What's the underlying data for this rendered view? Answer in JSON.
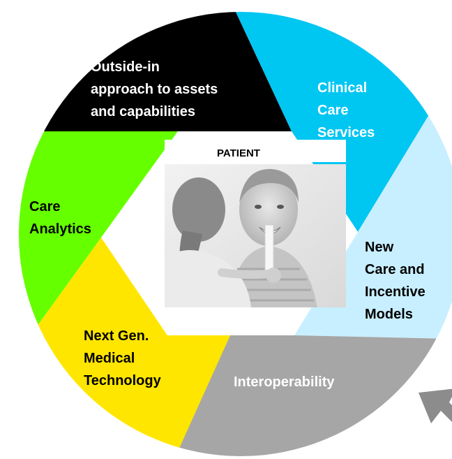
{
  "center": {
    "label": "PATIENT",
    "image": "doctor-examining-child-photo"
  },
  "segments": [
    {
      "id": "outside-in",
      "lines": [
        "Outside-in",
        "approach to assets",
        "and capabilities"
      ],
      "fill": "#000000",
      "text_color": "#ffffff"
    },
    {
      "id": "clinical-care",
      "lines": [
        "Clinical",
        "Care",
        "Services"
      ],
      "fill": "#00c6f2",
      "text_color": "#ffffff"
    },
    {
      "id": "new-care",
      "lines": [
        "New",
        "Care and",
        "Incentive",
        "Models"
      ],
      "fill": "#c8efff",
      "text_color": "#000000"
    },
    {
      "id": "interoperability",
      "lines": [
        "Interoperability"
      ],
      "fill": "#a6a6a6",
      "text_color": "#ffffff"
    },
    {
      "id": "next-gen",
      "lines": [
        "Next Gen.",
        "Medical",
        "Technology"
      ],
      "fill": "#ffe600",
      "text_color": "#000000"
    },
    {
      "id": "care-analytics",
      "lines": [
        "Care",
        "Analytics"
      ],
      "fill": "#66ff00",
      "text_color": "#000000"
    }
  ],
  "arrow": {
    "icon": "arrow-up-left-icon",
    "color": "#8c8c8c"
  }
}
